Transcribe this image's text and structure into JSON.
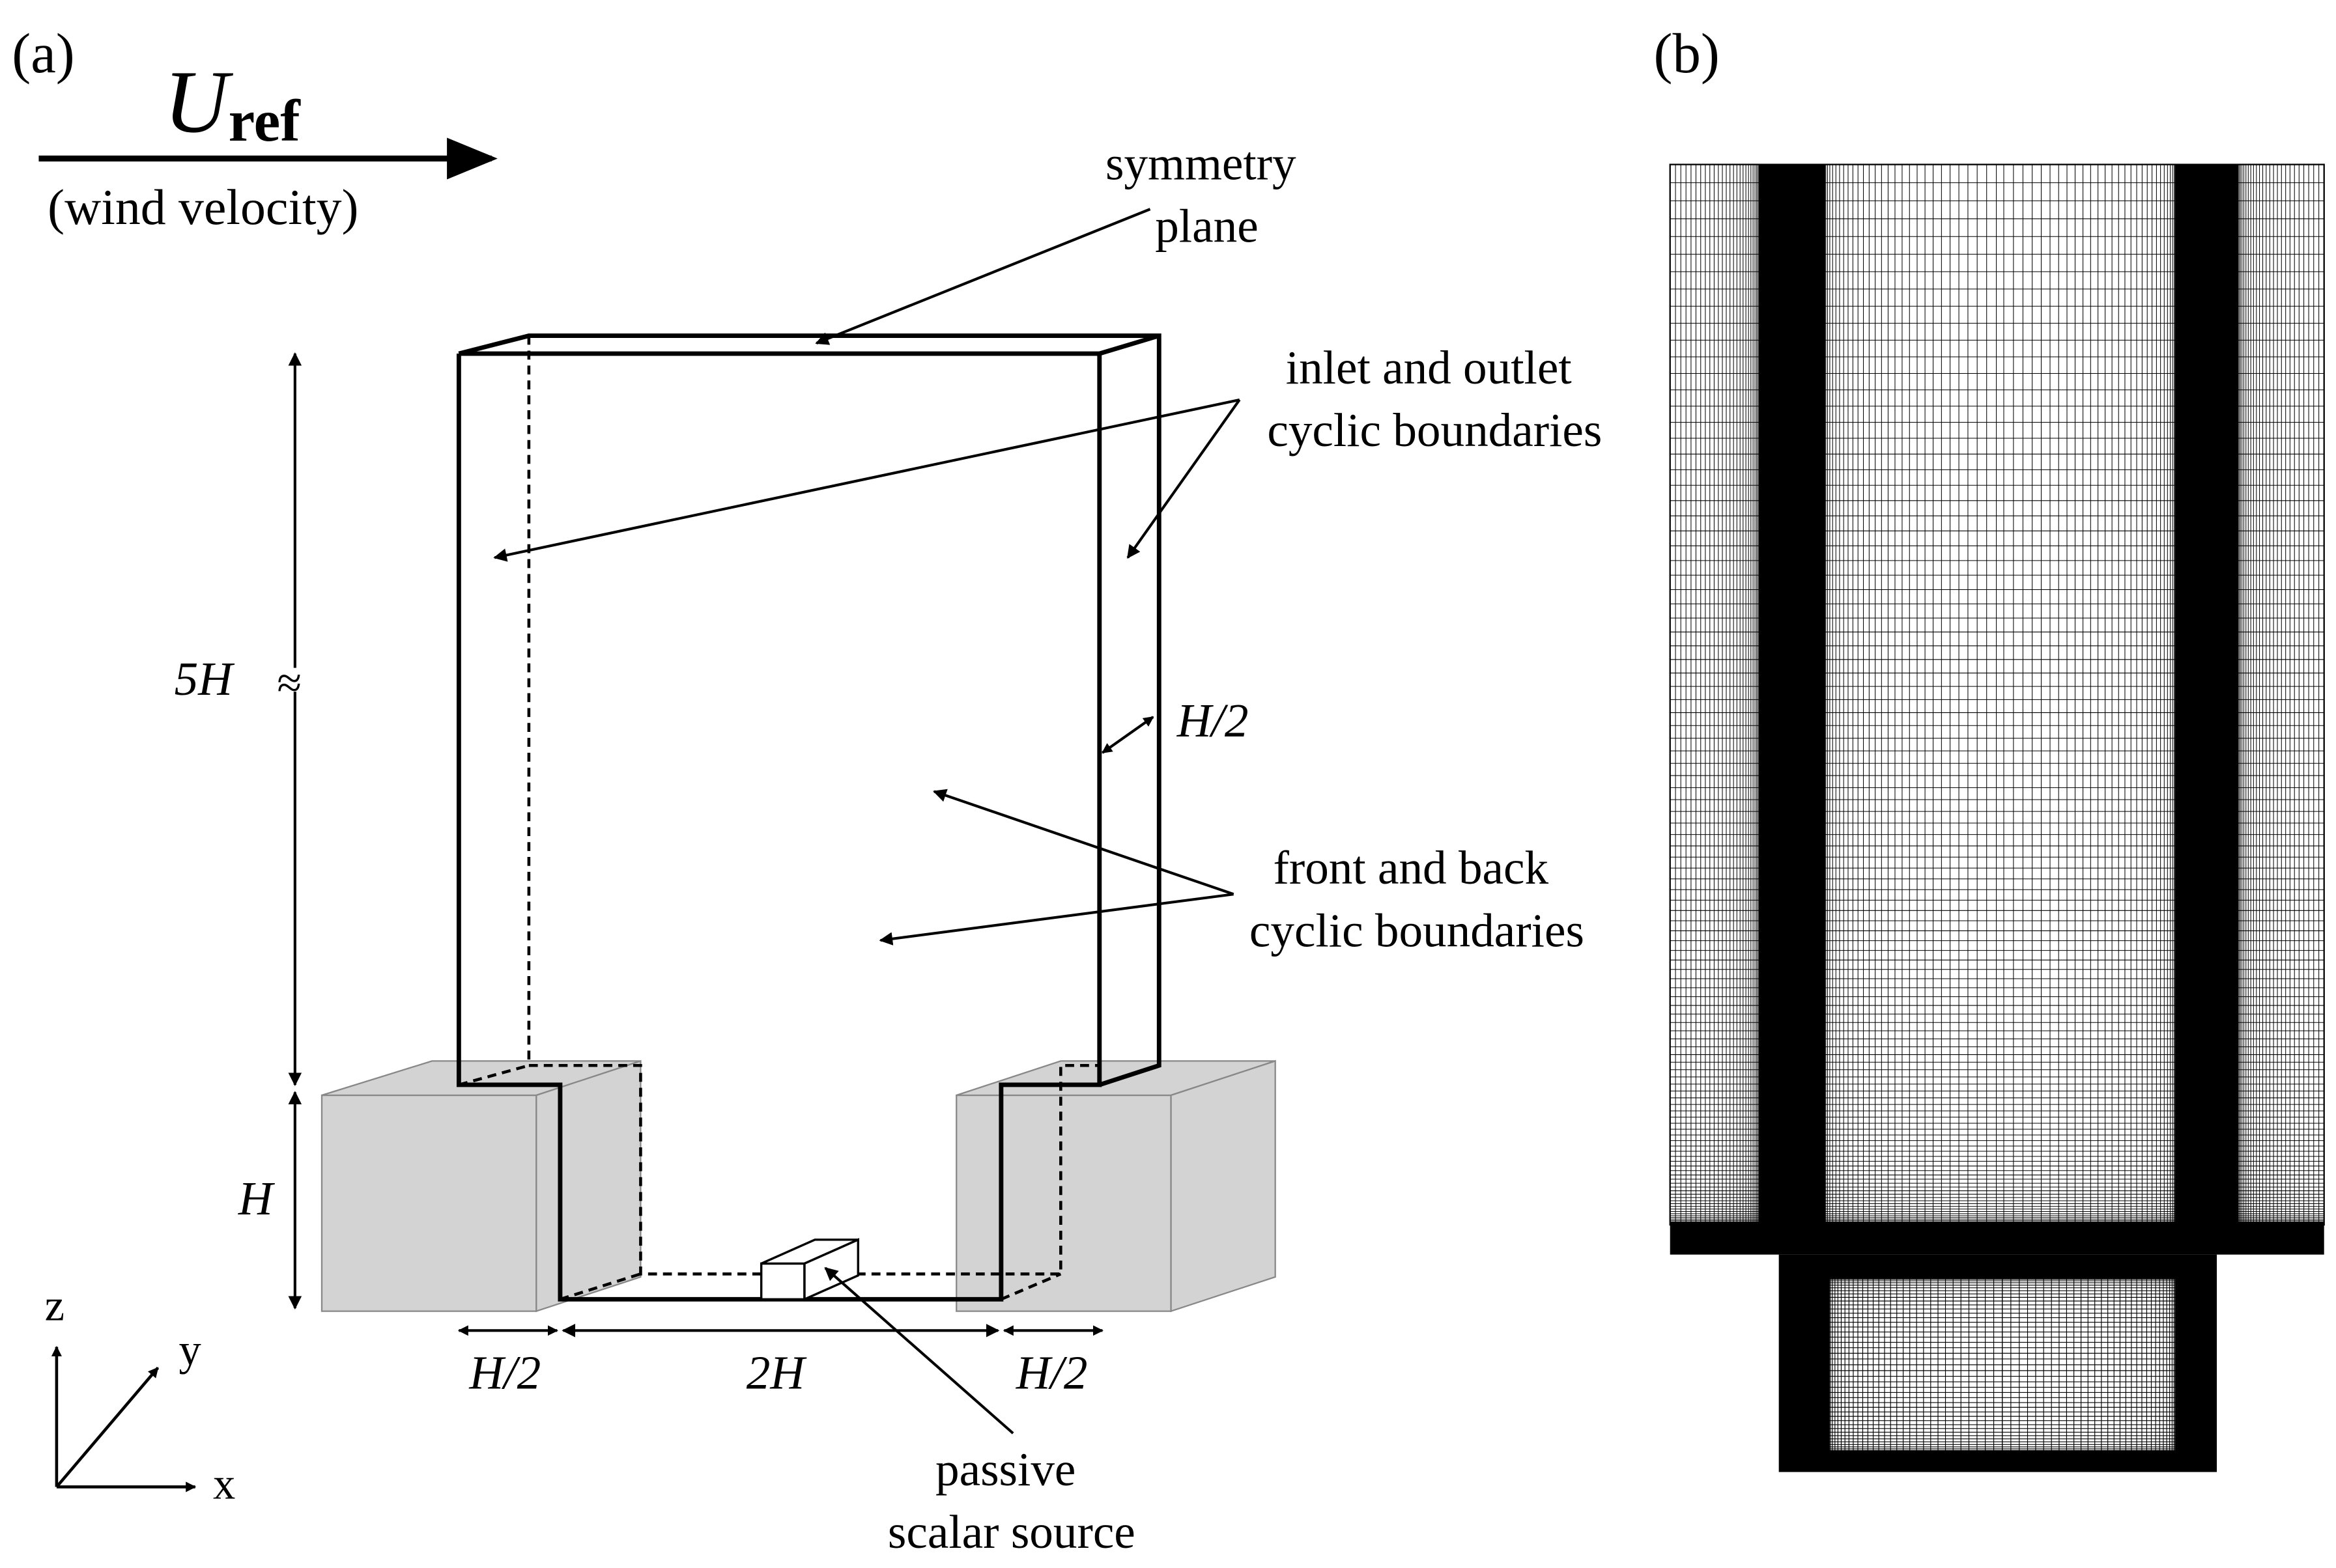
{
  "panel_a": {
    "label": "(a)",
    "wind_symbol": "U",
    "wind_subscript": "ref",
    "wind_caption": "(wind velocity)",
    "symmetry_label": [
      "symmetry",
      "plane"
    ],
    "inlet_label": [
      "inlet and outlet",
      "cyclic boundaries"
    ],
    "front_label": [
      "front and back",
      "cyclic boundaries"
    ],
    "source_label": [
      "passive",
      "scalar source"
    ],
    "dim_5H": "5H",
    "dim_H": "H",
    "dim_H2_side": "H/2",
    "dim_H2_left": "H/2",
    "dim_2H": "2H",
    "dim_H2_right": "H/2",
    "approx_symbol": "≈",
    "axis_z": "z",
    "axis_y": "y",
    "axis_x": "x",
    "colors": {
      "building_fill": "#d3d3d3",
      "line": "#000000"
    }
  },
  "panel_b": {
    "label": "(b)",
    "colors": {
      "mesh_line": "#000000",
      "background": "#ffffff"
    }
  }
}
